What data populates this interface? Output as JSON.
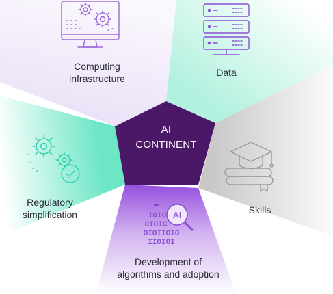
{
  "center": {
    "line1": "AI",
    "line2": "CONTINENT"
  },
  "segments": [
    {
      "line1": "Computing",
      "line2": "infrastructure",
      "icon": "computer-gears-icon"
    },
    {
      "line1": "Data",
      "line2": "",
      "icon": "server-stack-icon"
    },
    {
      "line1": "Skills",
      "line2": "",
      "icon": "graduation-cap-books-icon"
    },
    {
      "line1": "Development of",
      "line2": "algorithms and adoption",
      "icon": "binary-ai-magnifier-icon"
    },
    {
      "line1": "Regulatory",
      "line2": "simplification",
      "icon": "gears-checkmark-icon"
    }
  ],
  "colors": {
    "center": "#4a1866",
    "purple_light": "#f4eefa",
    "purple_strong": "#9b55e0",
    "mint": "#6ee8c8",
    "gray": "#d4d4d4",
    "icon_purple": "#8a4fd0",
    "icon_mint": "#2fcfaa",
    "icon_gray": "#9a9a9a"
  }
}
